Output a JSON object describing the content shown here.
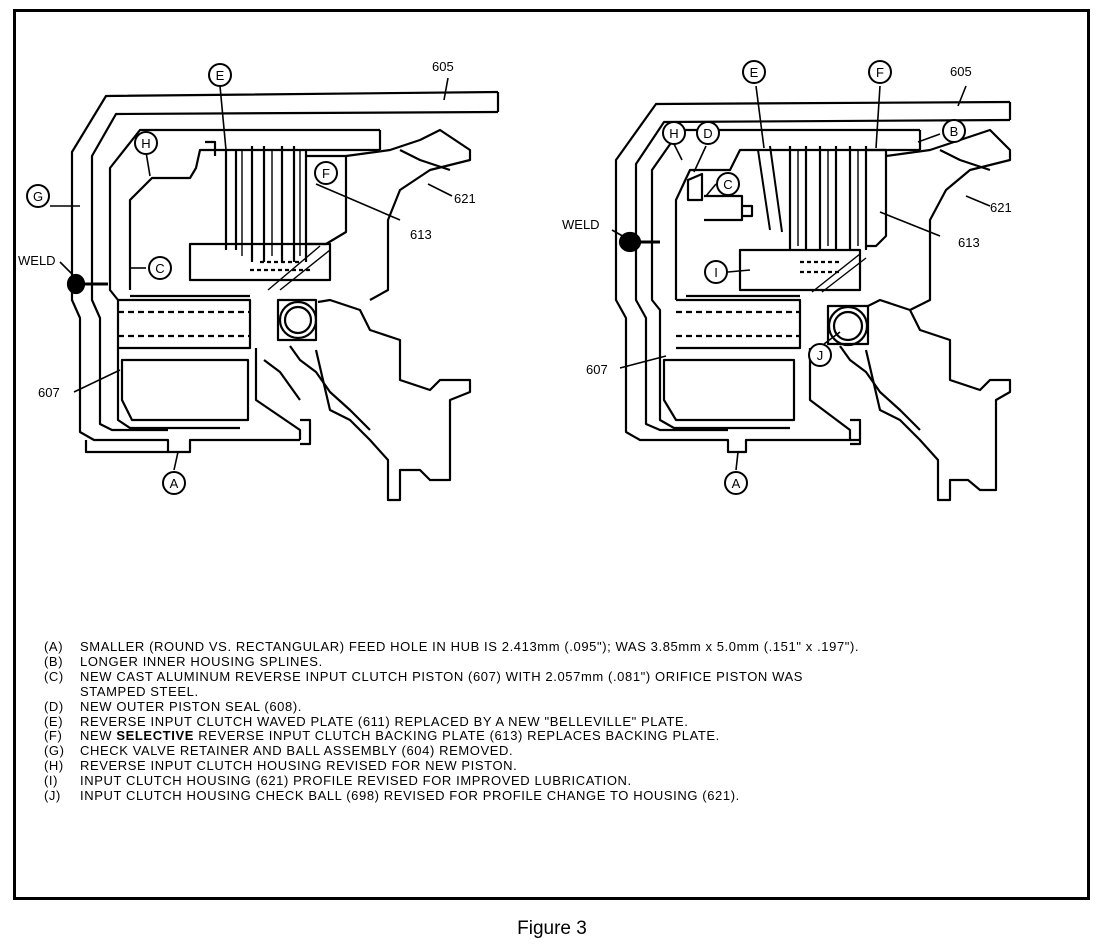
{
  "left_view": {
    "labels": {
      "ref_605": "605",
      "ref_621": "621",
      "ref_613": "613",
      "ref_607": "607",
      "weld": "WELD"
    },
    "bubbles": {
      "e": "E",
      "h": "H",
      "f": "F",
      "g": "G",
      "c": "C",
      "a": "A"
    }
  },
  "right_view": {
    "labels": {
      "ref_605": "605",
      "ref_621": "621",
      "ref_613": "613",
      "ref_607": "607",
      "weld": "WELD"
    },
    "bubbles": {
      "e": "E",
      "f": "F",
      "h": "H",
      "d": "D",
      "b": "B",
      "c": "C",
      "i": "I",
      "j": "J",
      "a": "A"
    }
  },
  "notes": [
    {
      "key": "(A)",
      "text": "SMALLER (ROUND VS. RECTANGULAR) FEED HOLE IN HUB IS 2.413mm (.095\"); WAS 3.85mm x 5.0mm (.151\" x .197\")."
    },
    {
      "key": "(B)",
      "text": "LONGER INNER HOUSING SPLINES."
    },
    {
      "key": "(C)",
      "text": "NEW CAST ALUMINUM REVERSE INPUT CLUTCH PISTON (607) WITH 2.057mm (.081\") ORIFICE PISTON WAS\nSTAMPED STEEL."
    },
    {
      "key": "(D)",
      "text": "NEW OUTER PISTON SEAL (608)."
    },
    {
      "key": "(E)",
      "text": "REVERSE INPUT CLUTCH WAVED PLATE (611) REPLACED BY A NEW \"BELLEVILLE\" PLATE."
    },
    {
      "key": "(F)",
      "text_before": "NEW ",
      "text_bold": "SELECTIVE",
      "text_after": " REVERSE INPUT CLUTCH BACKING PLATE (613) REPLACES BACKING PLATE."
    },
    {
      "key": "(G)",
      "text": "CHECK VALVE RETAINER AND BALL ASSEMBLY (604) REMOVED."
    },
    {
      "key": "(H)",
      "text": "REVERSE INPUT CLUTCH HOUSING REVISED FOR NEW PISTON."
    },
    {
      "key": "(I)",
      "text": "INPUT CLUTCH HOUSING (621) PROFILE REVISED FOR IMPROVED LUBRICATION."
    },
    {
      "key": "(J)",
      "text": "INPUT CLUTCH HOUSING CHECK BALL (698) REVISED FOR PROFILE CHANGE TO HOUSING (621)."
    }
  ],
  "caption": "Figure 3"
}
